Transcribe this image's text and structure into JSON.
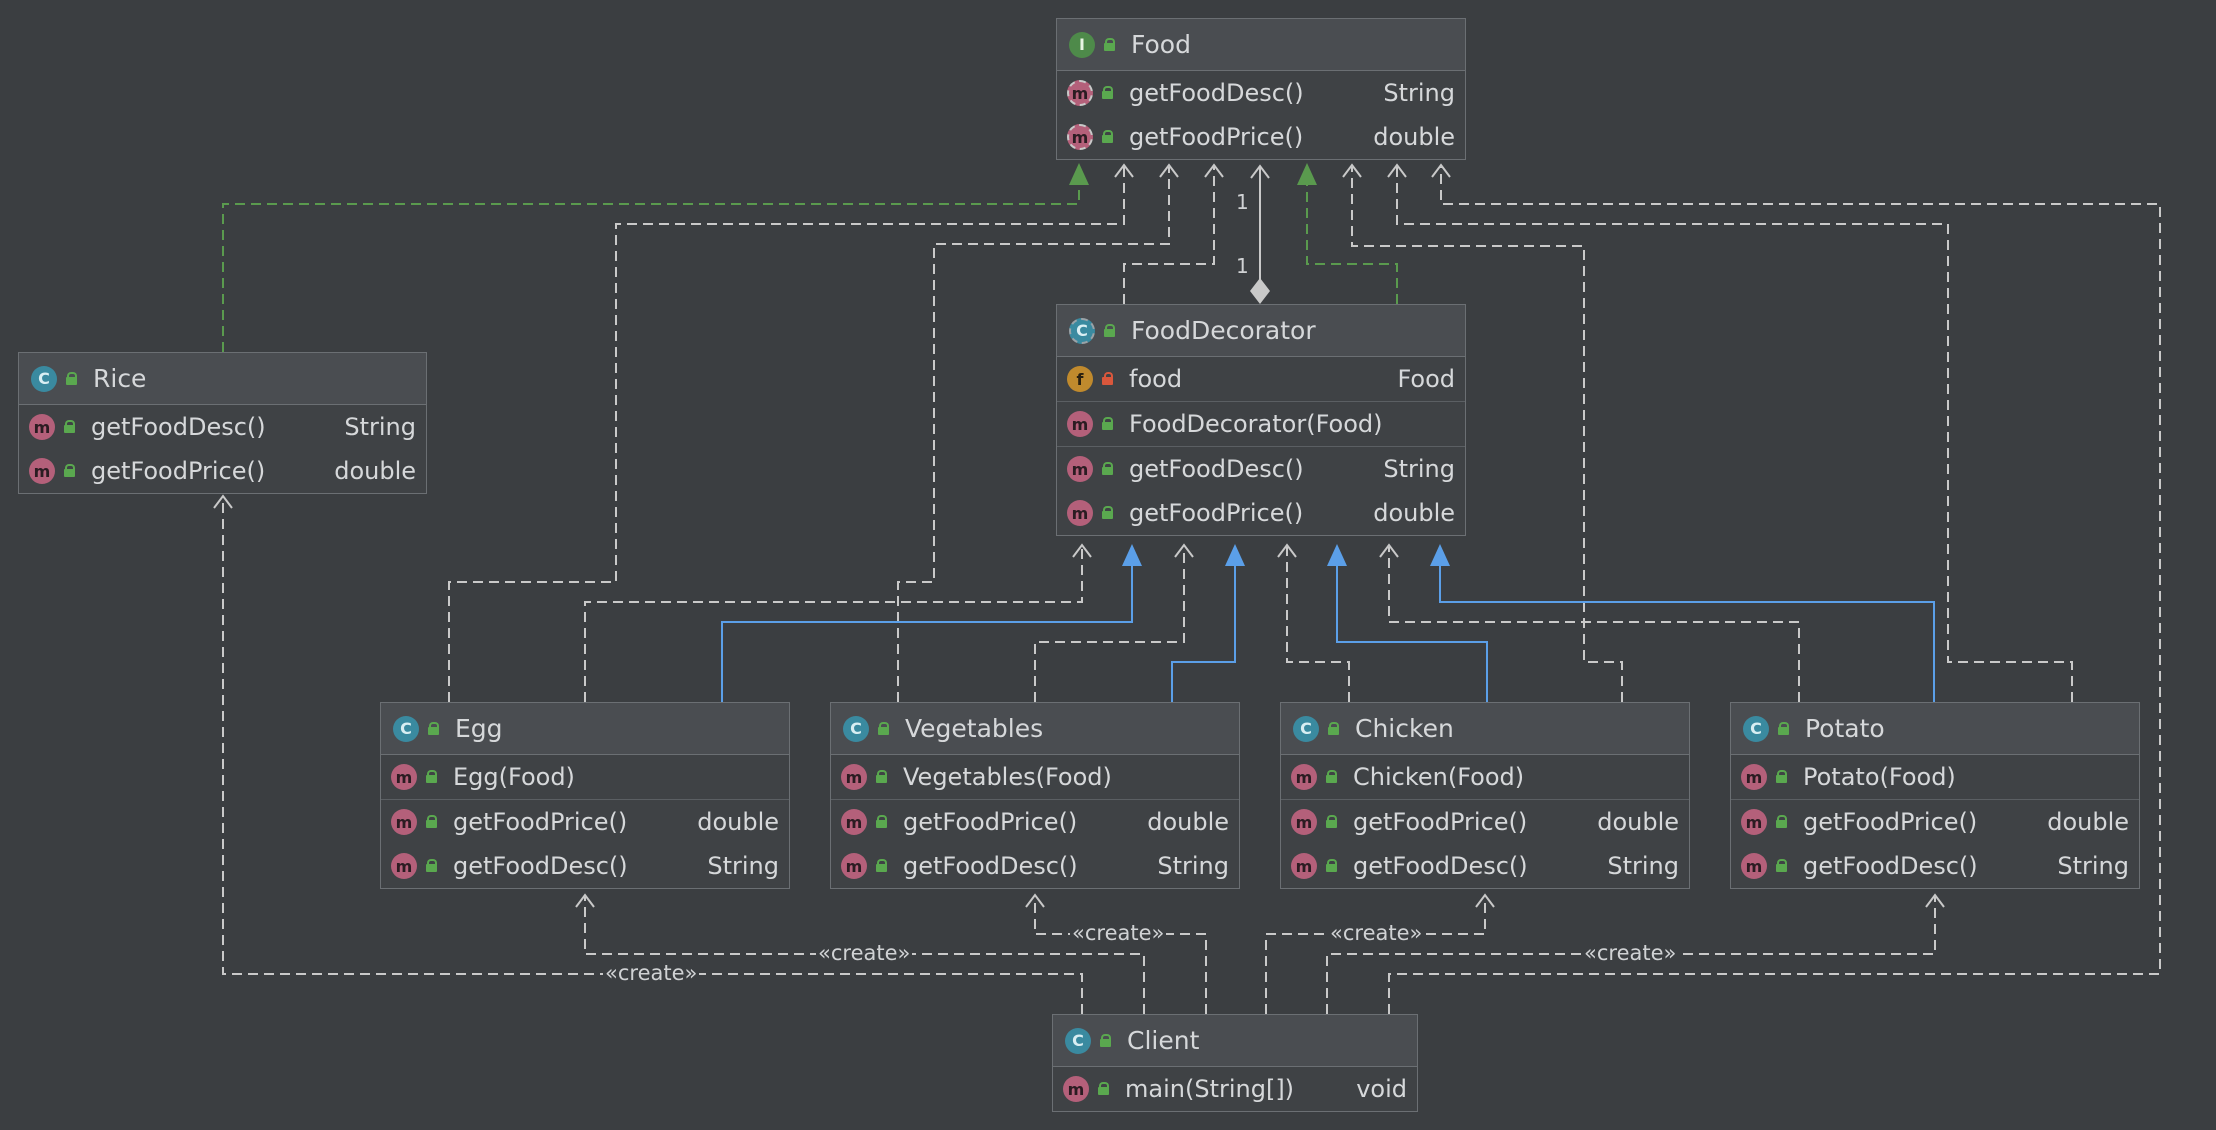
{
  "nodes": {
    "food": {
      "title": "Food",
      "kind": "I",
      "sections": [
        [
          {
            "kind": "m",
            "name": "getFoodDesc()",
            "type": "String"
          },
          {
            "kind": "m",
            "name": "getFoodPrice()",
            "type": "double"
          }
        ]
      ]
    },
    "decorator": {
      "title": "FoodDecorator",
      "kind": "C",
      "sections": [
        [
          {
            "kind": "f",
            "name": "food",
            "type": "Food"
          }
        ],
        [
          {
            "kind": "m",
            "name": "FoodDecorator(Food)",
            "type": ""
          }
        ],
        [
          {
            "kind": "m",
            "name": "getFoodDesc()",
            "type": "String"
          },
          {
            "kind": "m",
            "name": "getFoodPrice()",
            "type": "double"
          }
        ]
      ]
    },
    "rice": {
      "title": "Rice",
      "kind": "C",
      "sections": [
        [
          {
            "kind": "m",
            "name": "getFoodDesc()",
            "type": "String"
          },
          {
            "kind": "m",
            "name": "getFoodPrice()",
            "type": "double"
          }
        ]
      ]
    },
    "egg": {
      "title": "Egg",
      "kind": "C",
      "sections": [
        [
          {
            "kind": "m",
            "name": "Egg(Food)",
            "type": ""
          }
        ],
        [
          {
            "kind": "m",
            "name": "getFoodPrice()",
            "type": "double"
          },
          {
            "kind": "m",
            "name": "getFoodDesc()",
            "type": "String"
          }
        ]
      ]
    },
    "vegetables": {
      "title": "Vegetables",
      "kind": "C",
      "sections": [
        [
          {
            "kind": "m",
            "name": "Vegetables(Food)",
            "type": ""
          }
        ],
        [
          {
            "kind": "m",
            "name": "getFoodPrice()",
            "type": "double"
          },
          {
            "kind": "m",
            "name": "getFoodDesc()",
            "type": "String"
          }
        ]
      ]
    },
    "chicken": {
      "title": "Chicken",
      "kind": "C",
      "sections": [
        [
          {
            "kind": "m",
            "name": "Chicken(Food)",
            "type": ""
          }
        ],
        [
          {
            "kind": "m",
            "name": "getFoodPrice()",
            "type": "double"
          },
          {
            "kind": "m",
            "name": "getFoodDesc()",
            "type": "String"
          }
        ]
      ]
    },
    "potato": {
      "title": "Potato",
      "kind": "C",
      "sections": [
        [
          {
            "kind": "m",
            "name": "Potato(Food)",
            "type": ""
          }
        ],
        [
          {
            "kind": "m",
            "name": "getFoodPrice()",
            "type": "double"
          },
          {
            "kind": "m",
            "name": "getFoodDesc()",
            "type": "String"
          }
        ]
      ]
    },
    "client": {
      "title": "Client",
      "kind": "C",
      "sections": [
        [
          {
            "kind": "m",
            "name": "main(String[])",
            "type": "void"
          }
        ]
      ]
    }
  },
  "edge_labels": {
    "create": "«create»",
    "mult_food": "1",
    "mult_decorator": "1"
  },
  "colors": {
    "background": "#3b3e41",
    "implements": "#5a9a4e",
    "extends": "#5b9fe8",
    "dependency": "#c9c9c9"
  }
}
